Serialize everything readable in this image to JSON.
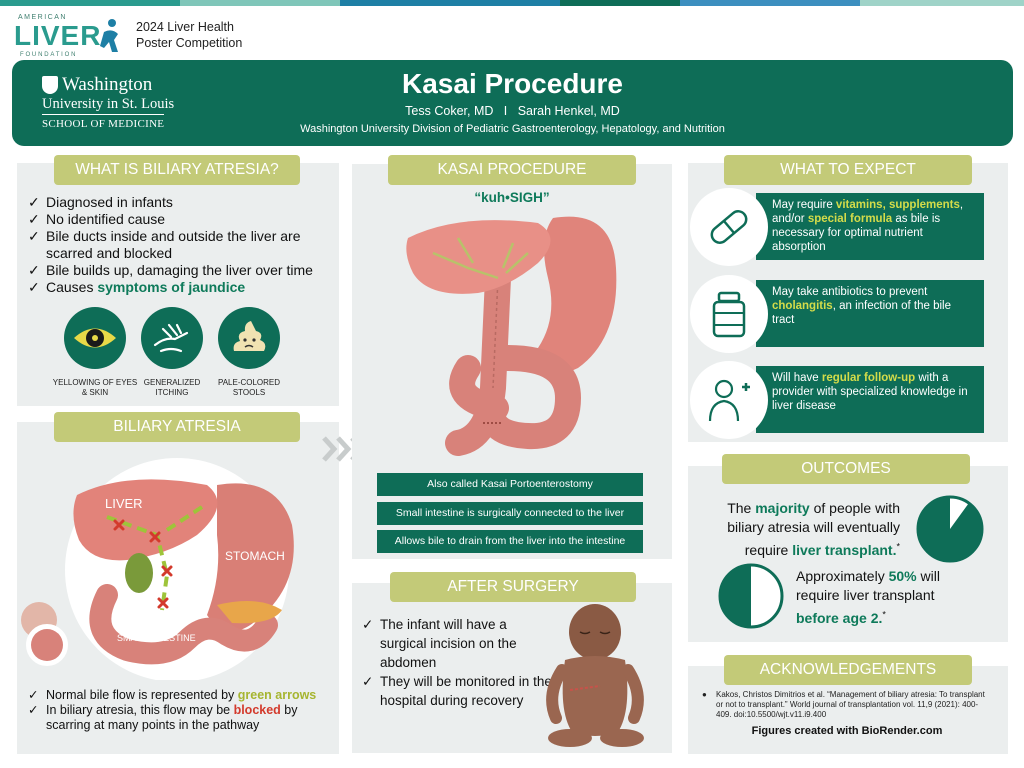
{
  "branding": {
    "ala_top": "AMERICAN",
    "ala_big": "LIVER",
    "ala_bottom": "FOUNDATION",
    "competition_line1": "2024 Liver Health",
    "competition_line2": "Poster Competition"
  },
  "header": {
    "university_line1": "Washington",
    "university_line2": "University in St. Louis",
    "university_line3": "School of Medicine",
    "title": "Kasai Procedure",
    "authors": "Tess Coker, MD   I   Sarah Henkel, MD",
    "affiliation": "Washington University Division of Pediatric Gastroenterology, Hepatology, and Nutrition"
  },
  "what_is": {
    "heading": "WHAT IS BILIARY ATRESIA?",
    "items": [
      "Diagnosed in infants",
      "No identified cause",
      "Bile ducts inside and outside the liver are scarred and blocked",
      "Bile builds up, damaging the liver over time"
    ],
    "last_item_prefix": "Causes ",
    "last_item_highlight": "symptoms of jaundice",
    "symptoms": [
      {
        "icon": "eye-icon",
        "label": "YELLOWING OF EYES & SKIN"
      },
      {
        "icon": "itching-hand-icon",
        "label": "GENERALIZED ITCHING"
      },
      {
        "icon": "stool-icon",
        "label": "PALE-COLORED STOOLS"
      }
    ]
  },
  "biliary": {
    "heading": "BILIARY ATRESIA",
    "label_liver": "LIVER",
    "label_stomach": "STOMACH",
    "label_intestine": "SMALL INTESTINE",
    "note1_prefix": "Normal bile flow is represented by ",
    "note1_highlight": "green arrows",
    "note2_prefix": "In biliary atresia, this flow may be ",
    "note2_highlight": "blocked",
    "note2_suffix": " by scarring at many points in the pathway"
  },
  "kasai": {
    "heading": "KASAI PROCEDURE",
    "pronunciation": "“kuh•SIGH”",
    "facts": [
      "Also called Kasai Portoenterostomy",
      "Small intestine is surgically connected to the liver",
      "Allows bile to drain from the liver into the intestine"
    ]
  },
  "after": {
    "heading": "AFTER SURGERY",
    "items": [
      "The infant will have a surgical incision on the abdomen",
      "They will be monitored in the hospital during recovery"
    ]
  },
  "expect": {
    "heading": "WHAT TO EXPECT",
    "rows": [
      {
        "icon": "capsule-icon",
        "parts": [
          {
            "t": "May require ",
            "h": false
          },
          {
            "t": "vitamins, supplements",
            "h": true
          },
          {
            "t": ", and/or ",
            "h": false
          },
          {
            "t": "special formula",
            "h": true
          },
          {
            "t": " as bile is necessary for optimal nutrient absorption",
            "h": false
          }
        ]
      },
      {
        "icon": "medicine-bottle-icon",
        "parts": [
          {
            "t": "May take antibiotics to prevent ",
            "h": false
          },
          {
            "t": "cholangitis",
            "h": true
          },
          {
            "t": ", an infection of the bile tract",
            "h": false
          }
        ]
      },
      {
        "icon": "doctor-icon",
        "parts": [
          {
            "t": "Will have ",
            "h": false
          },
          {
            "t": "regular follow-up",
            "h": true
          },
          {
            "t": " with a provider with specialized knowledge in liver disease",
            "h": false
          }
        ]
      }
    ]
  },
  "outcomes": {
    "heading": "OUTCOMES",
    "stat1": {
      "parts": [
        {
          "t": "The ",
          "h": false
        },
        {
          "t": "majority",
          "h": true
        },
        {
          "t": " of people with biliary atresia will eventually require ",
          "h": false
        },
        {
          "t": "liver transplant.",
          "h": true
        },
        {
          "t": "*",
          "h": false,
          "sup": true
        }
      ],
      "fraction": 0.9
    },
    "stat2": {
      "parts": [
        {
          "t": "Approximately ",
          "h": false
        },
        {
          "t": "50%",
          "h": true
        },
        {
          "t": " will require liver transplant ",
          "h": false
        },
        {
          "t": "before age 2.",
          "h": true
        },
        {
          "t": "*",
          "h": false,
          "sup": true
        }
      ],
      "fraction": 0.5
    }
  },
  "ack": {
    "heading": "ACKNOWLEDGEMENTS",
    "reference": "Kakos, Christos Dimitrios et al. “Management of biliary atresia: To transplant or not to transplant.” World journal of transplantation vol. 11,9 (2021): 400-409. doi:10.5500/wjt.v11.i9.400",
    "biorender": "Figures created with BioRender.com"
  },
  "colors": {
    "primary": "#0e6d57",
    "pill": "#c3ca78",
    "panel": "#ebeeee",
    "highlight_green": "#0e7a5a",
    "highlight_yellow": "#d4dc4a",
    "blocked_red": "#d33a2c",
    "liver": "#e2837a"
  }
}
